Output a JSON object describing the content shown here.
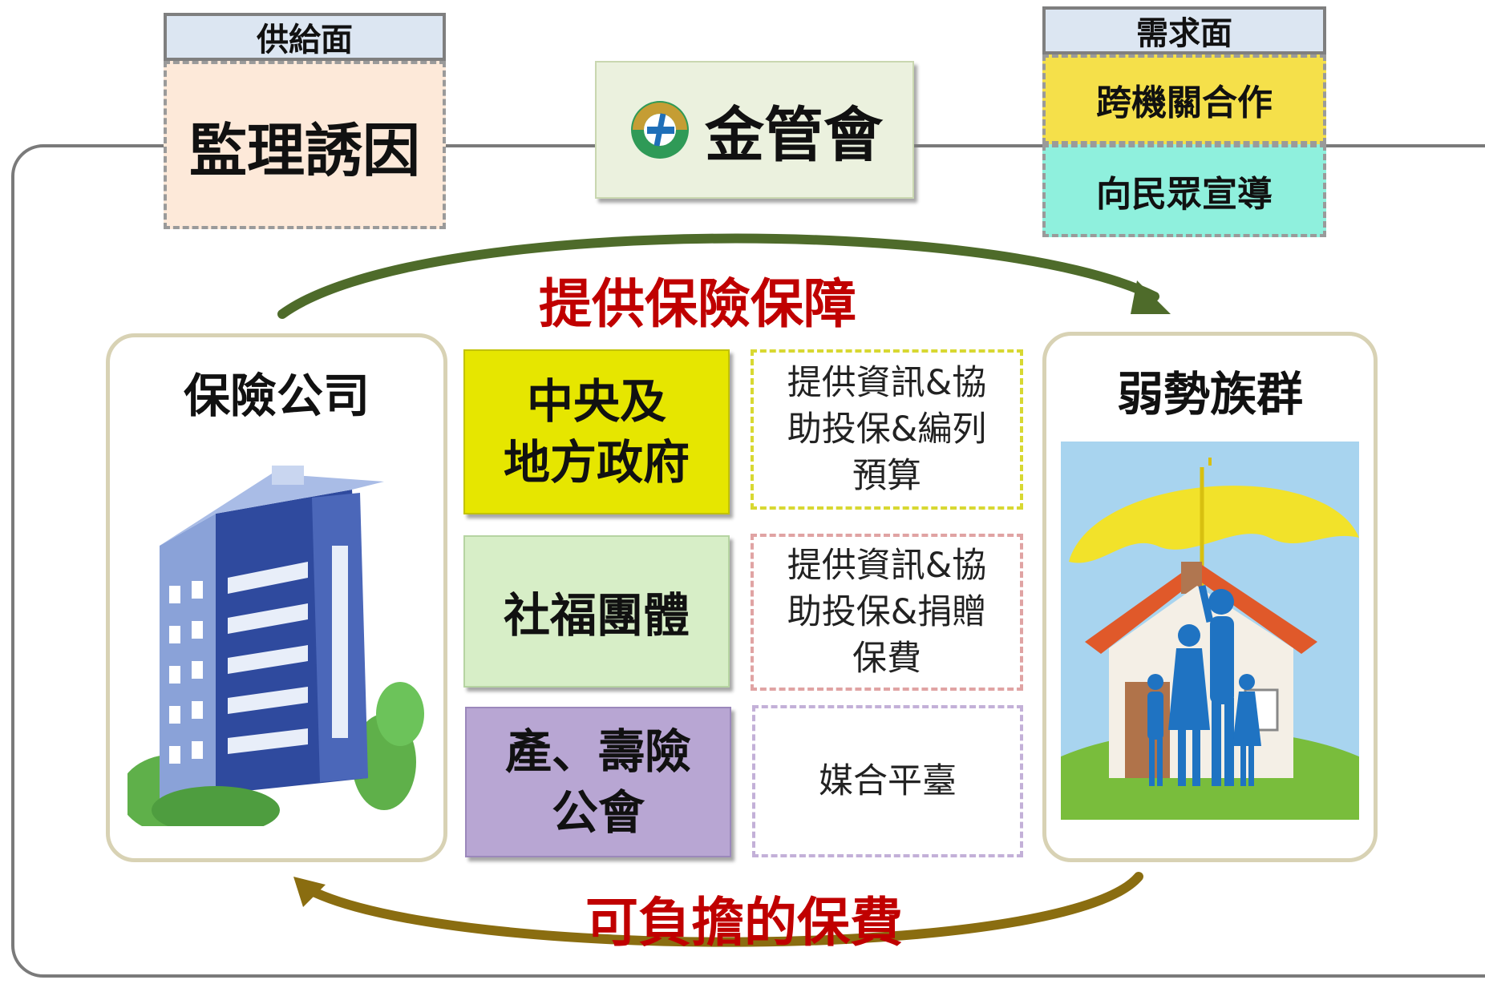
{
  "supply": {
    "tag": "供給面",
    "box": "監理誘因"
  },
  "demand": {
    "tag": "需求面",
    "items": [
      "跨機關合作",
      "向民眾宣導"
    ]
  },
  "center": {
    "label": "金管會"
  },
  "arrows": {
    "top": "提供保險保障",
    "bottom": "可負擔的保費"
  },
  "left_panel": {
    "title": "保險公司"
  },
  "right_panel": {
    "title": "弱勢族群"
  },
  "actors": [
    {
      "line1": "中央及",
      "line2": "地方政府",
      "note_lines": [
        "提供資訊&協",
        "助投保&編列",
        "預算"
      ]
    },
    {
      "line1": "社福團體",
      "line2": "",
      "note_lines": [
        "提供資訊&協",
        "助投保&捐贈",
        "保費"
      ]
    },
    {
      "line1": "產、壽險",
      "line2": "公會",
      "note_lines": [
        "媒合平臺"
      ]
    }
  ],
  "colors": {
    "supply_box": "#fde9d9",
    "center_box": "#ebf1de",
    "demand_yellow": "#f5e04a",
    "demand_teal": "#8ff0dd",
    "gov_box": "#e6e600",
    "social_box": "#d7eec7",
    "assoc_box": "#b8a6d3",
    "arrow_green": "#4e6b2a",
    "arrow_olive": "#8a6d10",
    "label_red": "#c00000"
  }
}
